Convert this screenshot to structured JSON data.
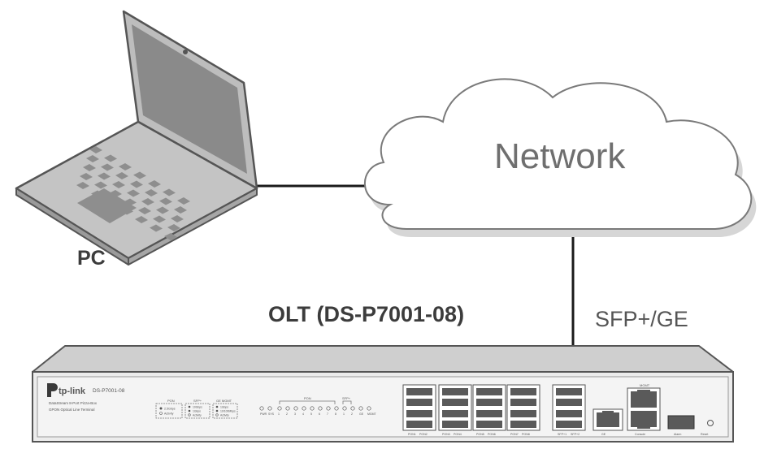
{
  "pc": {
    "label": "PC"
  },
  "network": {
    "label": "Network"
  },
  "olt": {
    "label": "OLT (DS-P7001-08)"
  },
  "link": {
    "label": "SFP+/GE"
  },
  "device": {
    "brand": "tp-link",
    "model": "DS-P7001-08",
    "line1": "DataStream 8-Port Pizza-Box",
    "line2": "GPON Optical Line Terminal",
    "legend_pon_title": "PON",
    "legend_pon_1": "2.5Gbps",
    "legend_pon_2": "Activity",
    "legend_sfp_title": "SFP+",
    "legend_sfp_1": "10Gbps",
    "legend_sfp_2": "1Gbps",
    "legend_sfp_3": "Activity",
    "legend_ge_title": "GE  MGMT",
    "legend_ge_1": "1Gbps",
    "legend_ge_2": "10/100Mbps",
    "legend_ge_3": "Activity",
    "led_pon_group": "PON",
    "led_sfp_group": "SFP+",
    "led_labels": [
      "PWR",
      "SYS",
      "1",
      "2",
      "3",
      "4",
      "5",
      "6",
      "7",
      "8",
      "1",
      "2",
      "GE",
      "MGMT"
    ],
    "port_labels": [
      "PON1",
      "PON2",
      "PON3",
      "PON4",
      "PON5",
      "PON6",
      "PON7",
      "PON8",
      "SFP+1",
      "SFP+2",
      "GE",
      "Console",
      "Alarm",
      "Reset"
    ],
    "mgmt_label": "MGMT"
  }
}
